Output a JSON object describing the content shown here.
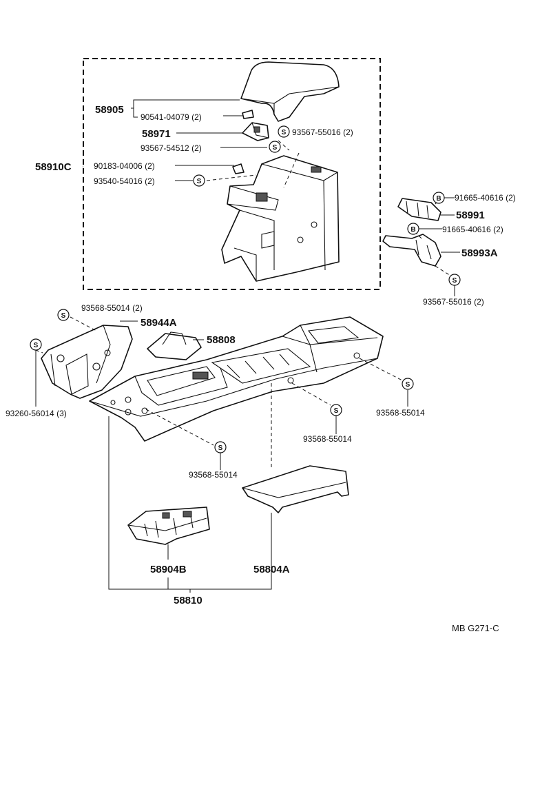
{
  "labels": {
    "p58905": "58905",
    "p90541": "90541-04079 (2)",
    "p58971": "58971",
    "p93567_55016_a": "93567-55016 (2)",
    "p93567_54512": "93567-54512 (2)",
    "p58910c": "58910C",
    "p90183": "90183-04006 (2)",
    "p93540": "93540-54016 (2)",
    "p91665_a": "91665-40616 (2)",
    "p58991": "58991",
    "p91665_b": "91665-40616 (2)",
    "p58993a": "58993A",
    "p93567_55016_b": "93567-55016 (2)",
    "p93568_55014_2": "93568-55014 (2)",
    "p58944a": "58944A",
    "p58808": "58808",
    "p93260": "93260-56014 (3)",
    "p93568_right": "93568-55014",
    "p93568_mid": "93568-55014",
    "p93568_low": "93568-55014",
    "p58904b": "58904B",
    "p58804a": "58804A",
    "p58810": "58810",
    "footer": "MB  G271-C"
  },
  "symbols": {
    "screw": "S",
    "bolt": "B"
  }
}
